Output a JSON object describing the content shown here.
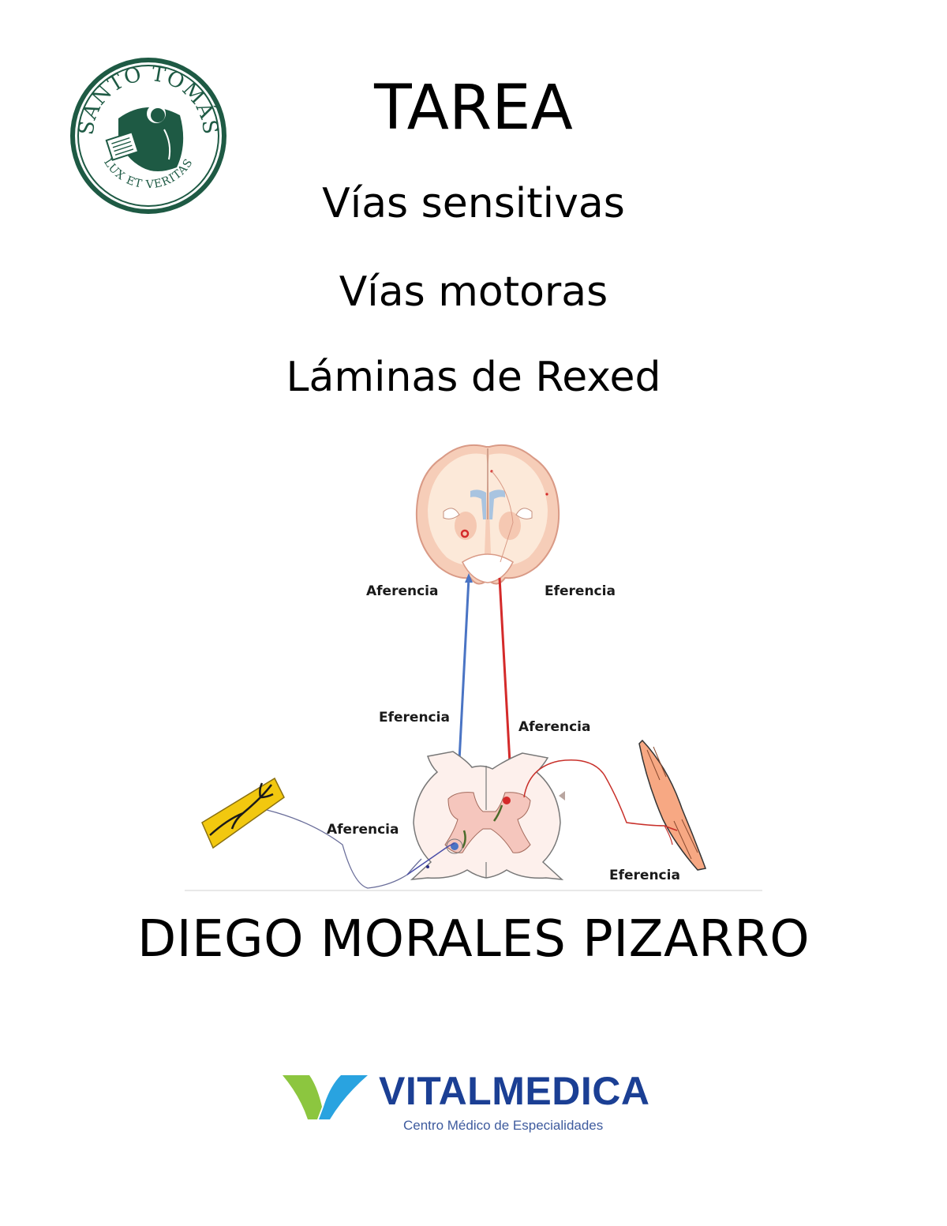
{
  "document": {
    "type": "cover-page",
    "title": "TAREA",
    "subtitles": [
      "Vías sensitivas",
      "Vías motoras",
      "Láminas de Rexed"
    ],
    "author": "DIEGO MORALES PIZARRO"
  },
  "logos": {
    "university": {
      "name": "SANTO TOMÁS",
      "motto": "LUX ET VERITAS",
      "color": "#1e5a44",
      "icon": "santo-tomas-seal-icon"
    },
    "clinic": {
      "name": "VITALMEDICA",
      "tagline": "Centro Médico de Especialidades",
      "name_color": "#1b3f94",
      "tagline_color": "#3e5b9e",
      "mark_colors": {
        "left": "#8cc63f",
        "right": "#29a3e0"
      },
      "icon": "vitalmedica-v-mark-icon"
    }
  },
  "diagram": {
    "description": "Afferent and efferent pathways between brain, spinal cord, skin and muscle",
    "labels": {
      "brain_left": "Aferencia",
      "brain_right": "Eferencia",
      "cord_left": "Eferencia",
      "cord_right": "Aferencia",
      "skin": "Aferencia",
      "muscle": "Eferencia"
    },
    "colors": {
      "ascending_path": "#4a74c4",
      "descending_path": "#d42a2a",
      "brain_fill": "#f6d0bd",
      "brain_white_matter": "#fbe8d8",
      "ventricles": "#a9c4e0",
      "gray_matter": "#f5c8c0",
      "cord_white": "#fdf0ec",
      "skin": "#f2c80f",
      "muscle": "#f7a883"
    }
  }
}
